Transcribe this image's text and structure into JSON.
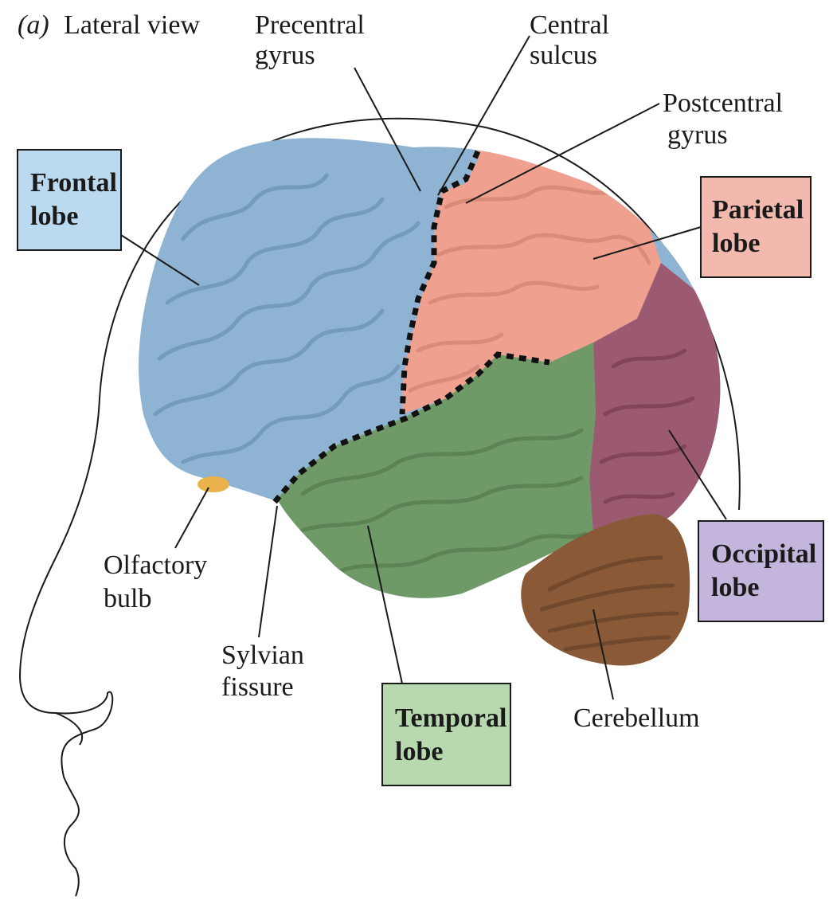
{
  "panel_label": "(a)",
  "view_title": "Lateral view",
  "labels": {
    "precentral_gyrus": [
      "Precentral",
      "gyrus"
    ],
    "central_sulcus": [
      "Central",
      "sulcus"
    ],
    "postcentral_gyrus": [
      "Postcentral",
      "gyrus"
    ],
    "olfactory_bulb": [
      "Olfactory",
      "bulb"
    ],
    "sylvian_fissure": [
      "Sylvian",
      "fissure"
    ],
    "cerebellum": "Cerebellum"
  },
  "lobes": {
    "frontal": {
      "lines": [
        "Frontal",
        "lobe"
      ],
      "box_color": "#bcdaef",
      "region_color": "#8fb3d2"
    },
    "parietal": {
      "lines": [
        "Parietal",
        "lobe"
      ],
      "box_color": "#f3b9ae",
      "region_color": "#f0a08e"
    },
    "occipital": {
      "lines": [
        "Occipital",
        "lobe"
      ],
      "box_color": "#c4b5dc",
      "region_color": "#9c5a72"
    },
    "temporal": {
      "lines": [
        "Temporal",
        "lobe"
      ],
      "box_color": "#b8d9b0",
      "region_color": "#6f9a68"
    }
  },
  "colors": {
    "cerebellum": "#8a5a38",
    "olfactory_bulb": "#e9b24a",
    "line": "#1a1a1a"
  }
}
